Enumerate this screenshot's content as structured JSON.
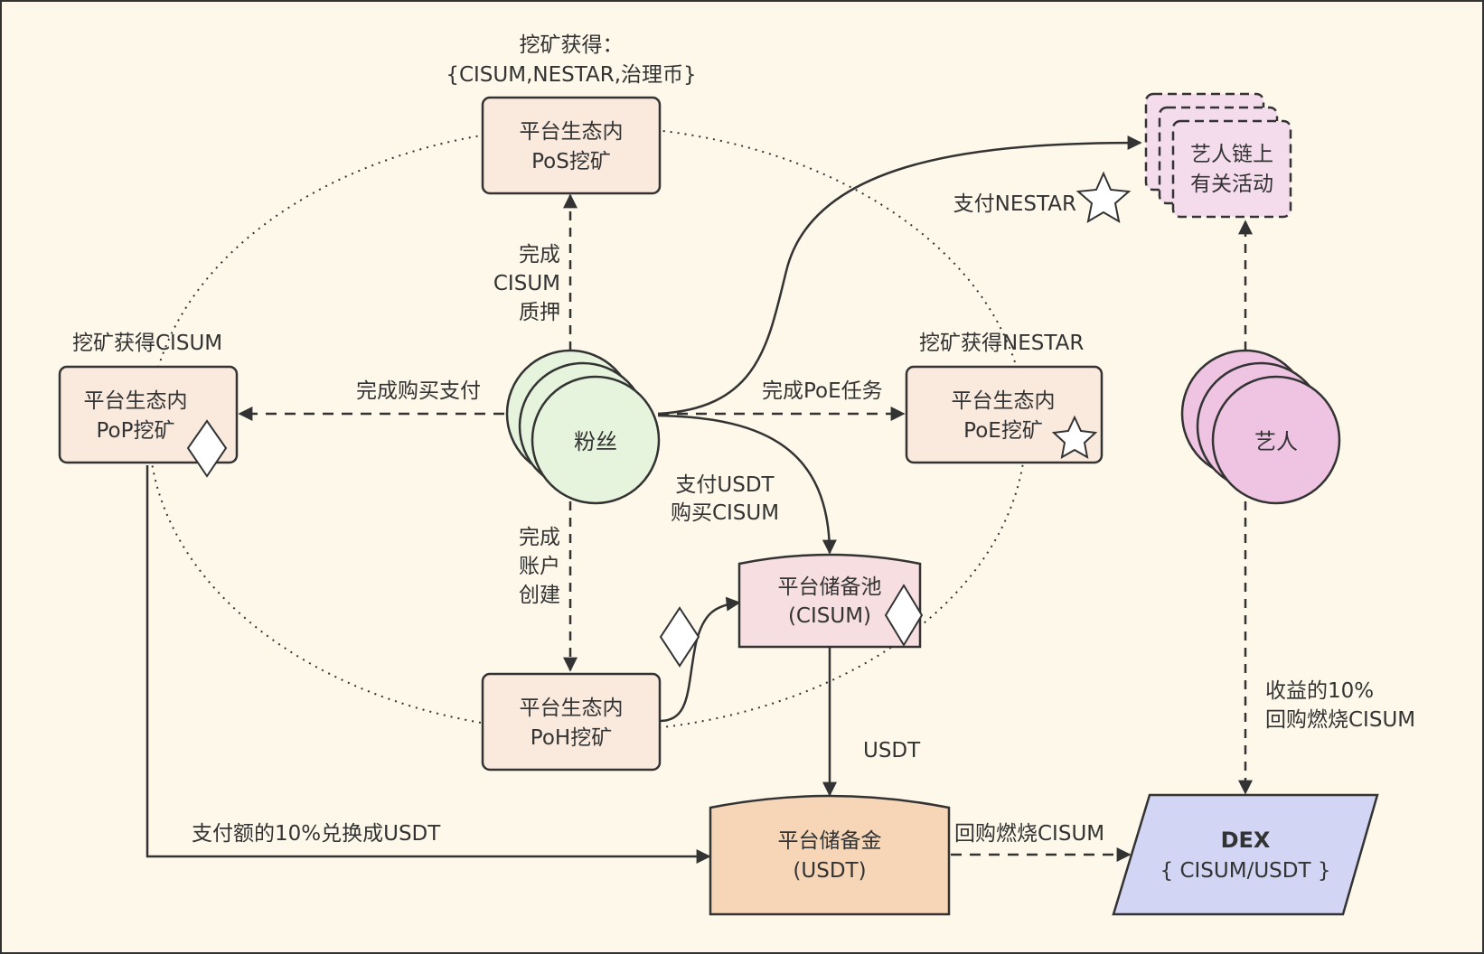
{
  "labels": {
    "pos_reward_line1": "挖矿获得：",
    "pos_reward_line2": "{CISUM,NESTAR,治理币}",
    "pop_reward": "挖矿获得CISUM",
    "poe_reward": "挖矿获得NESTAR",
    "complete": "完成",
    "cisum": "CISUM",
    "stake": "质押",
    "account": "账户",
    "create": "创建",
    "purchase_pay": "完成购买支付",
    "poe_task": "完成PoE任务",
    "pay_usdt": "支付USDT",
    "buy_cisum": "购买CISUM",
    "pay_nestar": "支付NESTAR",
    "usdt": "USDT",
    "pay_10pct": "支付额的10%兑换成USDT",
    "buyback_burn": "回购燃烧CISUM",
    "revenue_10pct": "收益的10%",
    "revenue_buyback": "回购燃烧CISUM"
  },
  "nodes": {
    "pos_line1": "平台生态内",
    "pos_line2": "PoS挖矿",
    "pop_line1": "平台生态内",
    "pop_line2": "PoP挖矿",
    "poe_line1": "平台生态内",
    "poe_line2": "PoE挖矿",
    "poh_line1": "平台生态内",
    "poh_line2": "PoH挖矿",
    "fans": "粉丝",
    "artist": "艺人",
    "activity_line1": "艺人链上",
    "activity_line2": "有关活动",
    "pool_line1": "平台储备池",
    "pool_line2": "(CISUM)",
    "reserve_line1": "平台储备金",
    "reserve_line2": "(USDT)",
    "dex_line1": "DEX",
    "dex_line2": "{ CISUM/USDT }"
  },
  "colors": {
    "box_fill": "#faeade",
    "fans_fill": "#e6f4dd",
    "artist_fill": "#efc4e3",
    "activity_fill": "#f5dced",
    "pool_fill": "#f6dee1",
    "reserve_fill": "#f6d6b7",
    "dex_fill": "#d2d5f4",
    "stroke": "#333333"
  }
}
